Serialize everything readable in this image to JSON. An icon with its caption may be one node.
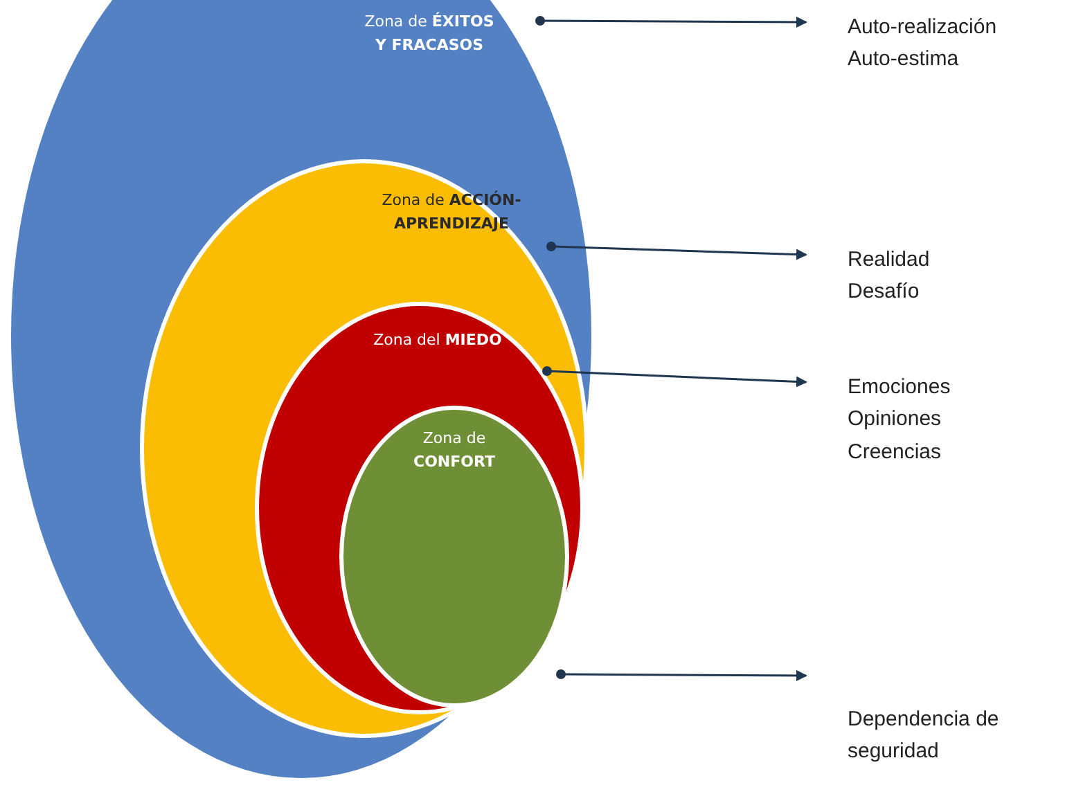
{
  "diagram": {
    "nodes": [
      {
        "text": [
          "Zona de **ÉXITOS Y FRACASOS**"
        ]
      },
      {
        "text": [
          "Zona de **ACCIÓN-APRENDIZAJE**"
        ],
        "in": 0
      },
      {
        "text": [
          "Zona del **MIEDO**"
        ],
        "in": 1
      },
      {
        "text": [
          "Zona de **CONFORT**"
        ],
        "in": 2
      },
      {
        "text": [
          "Auto-realización",
          "Auto-estima"
        ]
      },
      {
        "text": [
          "Realidad",
          "Desafío"
        ]
      },
      {
        "text": [
          "Emociones",
          "Opiniones",
          "Creencias"
        ]
      },
      {
        "text": [
          "Dependencia de seguridad"
        ]
      }
    ],
    "edges": [
      {
        "from": 0,
        "to": 4,
        "arrow": "to"
      },
      {
        "from": 1,
        "to": 5,
        "arrow": "to"
      },
      {
        "from": 2,
        "to": 6,
        "arrow": "to"
      },
      {
        "from": 3,
        "to": 7,
        "arrow": "to"
      }
    ]
  }
}
